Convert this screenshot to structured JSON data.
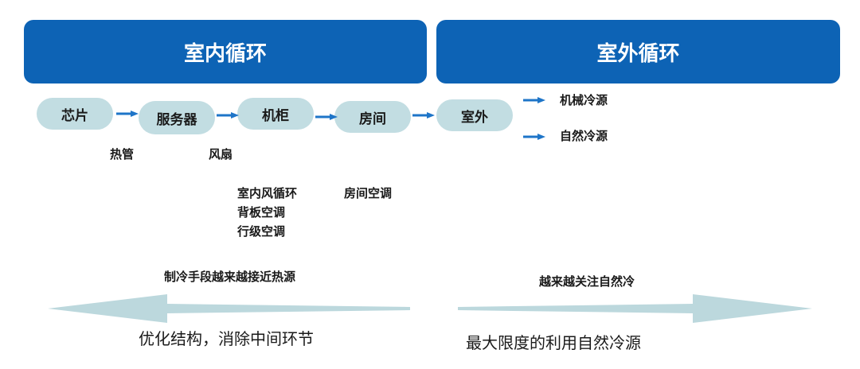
{
  "banners": {
    "indoor": "室内循环",
    "outdoor": "室外循环"
  },
  "chain": {
    "chip": "芯片",
    "server": "服务器",
    "cabinet": "机柜",
    "room": "房间",
    "outdoor": "室外"
  },
  "methods": {
    "heat_pipe": "热管",
    "fan": "风扇",
    "cabinet_methods": [
      "室内风循环",
      "背板空调",
      "行级空调"
    ],
    "room_ac": "房间空调"
  },
  "cold_sources": {
    "mechanical": "机械冷源",
    "natural": "自然冷源"
  },
  "trends": {
    "left_caption": "制冷手段越来越接近热源",
    "right_caption": "越来越关注自然冷",
    "left_goal": "优化结构，消除中间环节",
    "right_goal": "最大限度的利用自然冷源"
  },
  "colors": {
    "banner": "#0d63b5",
    "pill": "#c2dde2",
    "arrow": "#1e75c8",
    "trend_arrow": "#bcd8dd"
  }
}
